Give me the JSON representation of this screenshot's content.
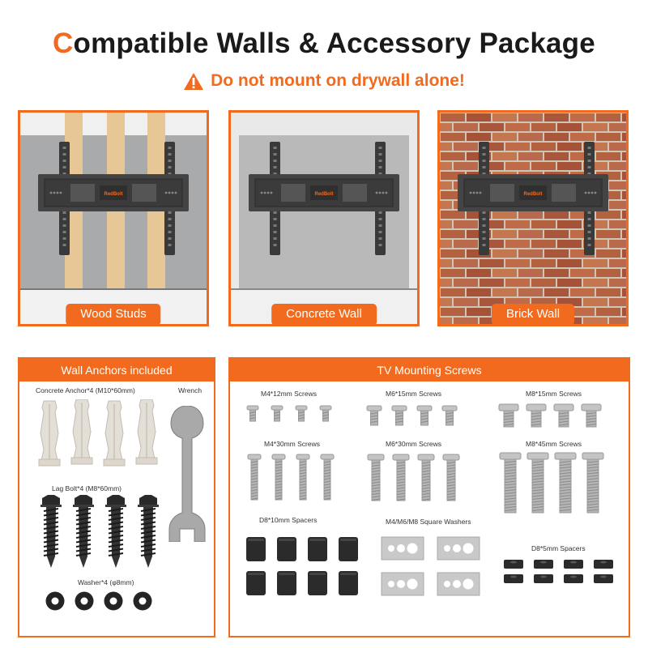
{
  "header": {
    "title_first_letter": "C",
    "title_rest": "ompatible Walls & Accessory Package",
    "warning": "Do not mount on drywall alone!"
  },
  "walls": [
    {
      "label": "Wood Studs"
    },
    {
      "label": "Concrete Wall"
    },
    {
      "label": "Brick Wall"
    }
  ],
  "mount_brand": "RedBolt",
  "anchors_box": {
    "title": "Wall Anchors included",
    "concrete_anchor": "Concrete Anchor*4  (M10*60mm)",
    "wrench": "Wrench",
    "lag_bolt": "Lag Bolt*4 (M8*60mm)",
    "washer": "Washer*4 (φ8mm)"
  },
  "screws_box": {
    "title": "TV Mounting Screws",
    "groups": [
      {
        "label": "M4*12mm Screws"
      },
      {
        "label": "M6*15mm Screws"
      },
      {
        "label": "M8*15mm Screws"
      },
      {
        "label": "M4*30mm Screws"
      },
      {
        "label": "M6*30mm Screws"
      },
      {
        "label": "M8*45mm Screws"
      },
      {
        "label": "D8*10mm Spacers"
      },
      {
        "label": "M4/M6/M8 Square Washers"
      },
      {
        "label": "D8*5mm Spacers"
      }
    ]
  },
  "colors": {
    "accent": "#f26a1d",
    "dark": "#3a3a3a",
    "metal": "#b8b8b8"
  }
}
